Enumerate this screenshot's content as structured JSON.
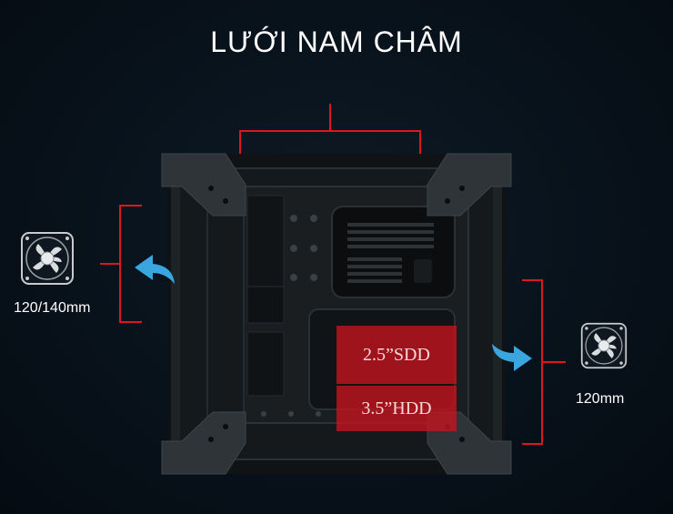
{
  "title": "LƯỚI NAM CHÂM",
  "left_fan": {
    "size_label": "120/140mm",
    "icon": "fan-icon"
  },
  "right_fan": {
    "size_label": "120mm",
    "icon": "fan-icon"
  },
  "drives": {
    "ssd_label": "2.5”SDD",
    "hdd_label": "3.5”HDD"
  },
  "colors": {
    "accent_red": "#d0141e",
    "bracket_red": "#e0161f",
    "arrow_blue": "#3aa6e0",
    "background": "#071018"
  }
}
